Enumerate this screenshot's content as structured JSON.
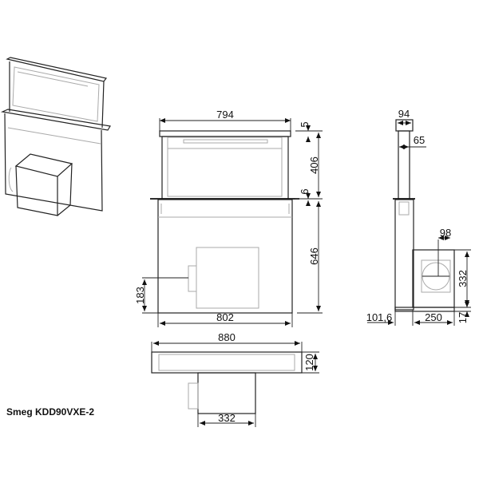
{
  "title": "Smeg KDD90VXE-2",
  "dimensions": {
    "front_top_width": "794",
    "front_top_thickness": "5",
    "front_raised_height": "406",
    "front_worktop_gap": "6",
    "front_body_height": "646",
    "front_body_width": "802",
    "front_motor_outlet_height": "183",
    "top_overall_width": "880",
    "top_depth": "120",
    "top_motor_width": "332",
    "side_top_width": "94",
    "side_panel_depth": "65",
    "side_outlet_diameter": "98",
    "side_motor_height": "332",
    "side_base_height": "17",
    "side_body_depth": "101,6",
    "side_motor_depth": "250"
  },
  "views": [
    "isometric-view",
    "front-view",
    "top-view",
    "side-view"
  ]
}
